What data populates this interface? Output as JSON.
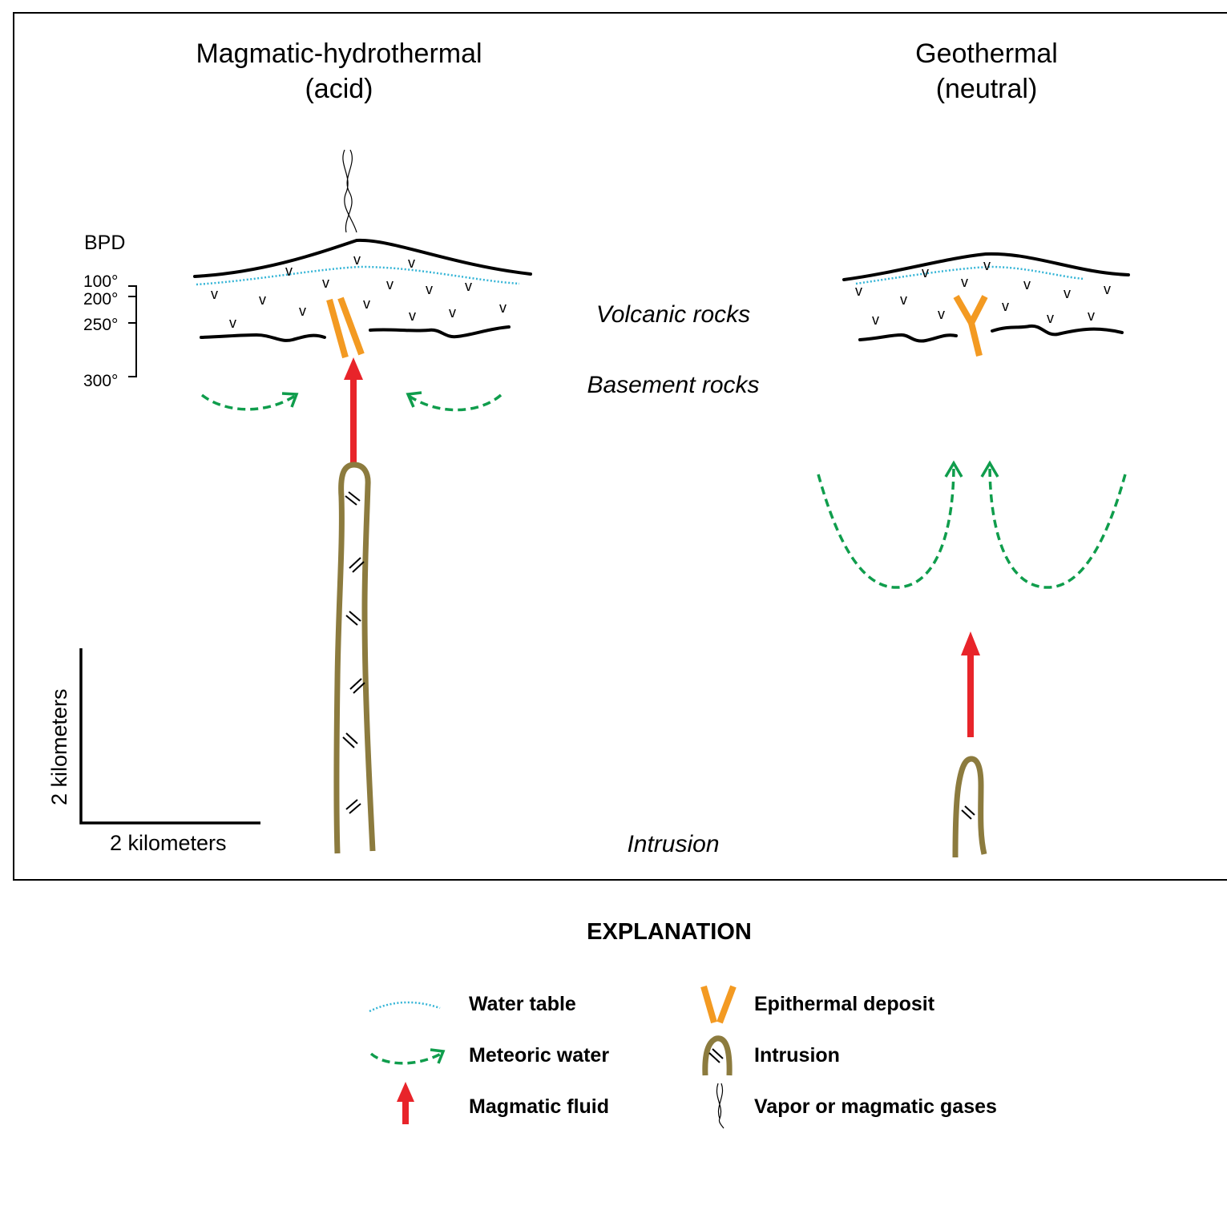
{
  "panels": {
    "left_title_line1": "Magmatic-hydrothermal",
    "left_title_line2": "(acid)",
    "right_title_line1": "Geothermal",
    "right_title_line2": "(neutral)"
  },
  "layers": {
    "volcanic": "Volcanic rocks",
    "basement": "Basement rocks",
    "intrusion": "Intrusion"
  },
  "bpd": {
    "label": "BPD",
    "temps": [
      "100°",
      "200°",
      "250°",
      "300°"
    ]
  },
  "scale_bar": {
    "vertical_label": "2 kilometers",
    "horizontal_label": "2 kilometers"
  },
  "volcanic_marker": "v",
  "legend": {
    "heading": "EXPLANATION",
    "items": [
      {
        "symbol": "water-table-icon",
        "label": "Water table"
      },
      {
        "symbol": "meteoric-water-icon",
        "label": "Meteoric water"
      },
      {
        "symbol": "magmatic-fluid-icon",
        "label": "Magmatic fluid"
      },
      {
        "symbol": "epithermal-deposit-icon",
        "label": "Epithermal deposit"
      },
      {
        "symbol": "intrusion-icon",
        "label": "Intrusion"
      },
      {
        "symbol": "vapor-icon",
        "label": "Vapor or magmatic gases"
      }
    ]
  },
  "colors": {
    "water_table": "#33b4d6",
    "meteoric_water": "#0f9d4c",
    "magmatic_fluid": "#e8242a",
    "epithermal_deposit": "#f39a22",
    "intrusion": "#8c7b3e"
  }
}
